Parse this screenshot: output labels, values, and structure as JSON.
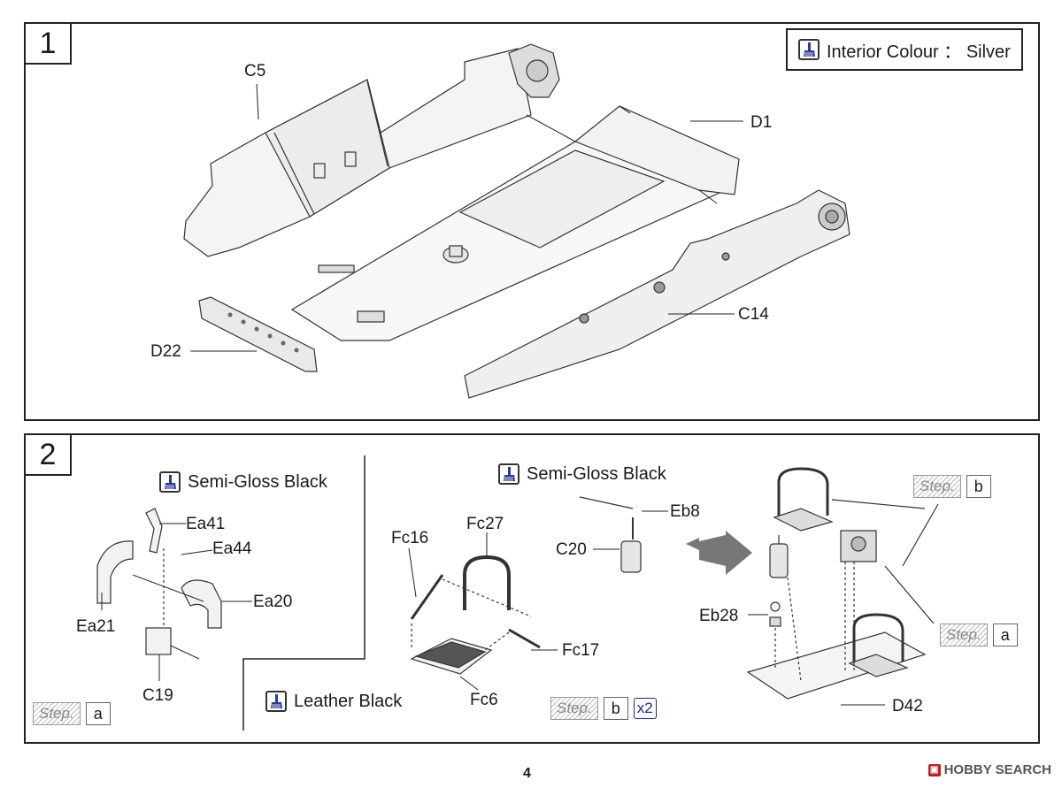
{
  "step1": {
    "number": "1",
    "colour_note": "Interior Colour ： Silver",
    "callouts": [
      "C5",
      "D1",
      "C14",
      "D22"
    ]
  },
  "step2": {
    "number": "2",
    "left": {
      "paint": "Semi-Gloss Black",
      "callouts": [
        "Ea41",
        "Ea44",
        "Ea20",
        "Ea21",
        "C19"
      ],
      "step_word": "Step.",
      "step_letter": "a"
    },
    "middle": {
      "paint_top": "Semi-Gloss Black",
      "paint_bottom": "Leather Black",
      "callouts": [
        "Fc16",
        "Fc27",
        "Fc17",
        "Fc6",
        "Eb8",
        "C20"
      ],
      "step_word": "Step.",
      "step_letter": "b",
      "multiplier": "x2"
    },
    "right": {
      "callouts": [
        "Eb28",
        "D42"
      ],
      "step_b_word": "Step.",
      "step_b_letter": "b",
      "step_a_word": "Step.",
      "step_a_letter": "a"
    }
  },
  "footer": {
    "page_number": "4",
    "watermark": "HOBBY SEARCH"
  }
}
